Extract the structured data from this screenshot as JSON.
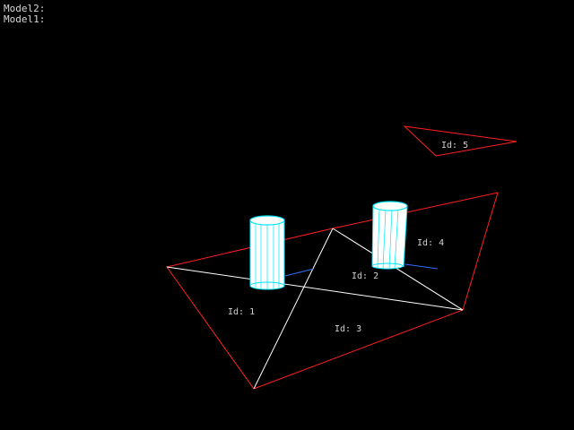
{
  "hud": {
    "lines": [
      "Model2:",
      "Model1:"
    ]
  },
  "scene": {
    "region_labels": [
      "Id: 1",
      "Id: 2",
      "Id: 3",
      "Id: 4",
      "Id: 5"
    ],
    "colors": {
      "background": "#000000",
      "boundary": "#ff2020",
      "edge": "#ffffff",
      "axis": "#2f6cff",
      "model_wire": "#00e5ff",
      "model_fill": "#ffffff",
      "text": "#d0d0d0"
    }
  }
}
